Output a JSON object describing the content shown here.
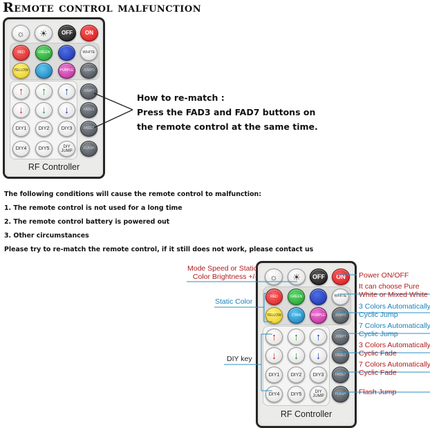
{
  "title": "Remote control malfunction",
  "howto": {
    "heading": "How to re-match :",
    "line1": "Press the FAD3 and FAD7 buttons on",
    "line2": "the remote control at the same time."
  },
  "conditions": {
    "intro": "The following conditions will cause the remote control to malfunction:",
    "items": [
      "1. The remote control is not used for a long time",
      "2. The remote control battery is powered out",
      "3. Other circumstances"
    ],
    "footer": "Please try to re-match the remote control, if it still does not work, please contact us"
  },
  "remote_top": {
    "brand": "RF Controller",
    "buttons": {
      "off": "OFF",
      "on": "ON",
      "red": "RED",
      "green": "GREEN",
      "white": "WHITE",
      "yellow": "YELLOW",
      "purple": "PURPLE",
      "jump3": "JUMP3",
      "jump7": "JUMP7",
      "fade3": "FADE3",
      "fade7": "FADE7",
      "flash": "FLASH",
      "diy1": "DIY1",
      "diy2": "DIY2",
      "diy3": "DIY3",
      "diy4": "DIY4",
      "diy5": "DIY5",
      "diy_jump_1": "DIY",
      "diy_jump_2": "JUMP"
    }
  },
  "remote_bottom": {
    "brand": "RF Controller",
    "buttons": {
      "off": "OFF",
      "on": "ON",
      "red": "RED",
      "green": "GREEN",
      "white": "WHITE",
      "yellow": "YELLOW",
      "cyan": "CYAN",
      "purple": "PURPLE",
      "jump3": "JUMP3",
      "jump7": "JUMP7",
      "fade3": "FADE3",
      "fade7": "FADE7",
      "flash": "FLASH",
      "diy1": "DIY1",
      "diy2": "DIY2",
      "diy3": "DIY3",
      "diy4": "DIY4",
      "diy5": "DIY5",
      "diy_jump_1": "DIY",
      "diy_jump_2": "JUMP"
    }
  },
  "annotations": {
    "mode_speed_1": "Mode Speed or Static",
    "mode_speed_2": "Color Brightness +/-",
    "static_color": "Static Color",
    "diy_key": "DIY key",
    "power": "Power ON/OFF",
    "white_1": "It can choose Pure",
    "white_2": "White or Mixed White",
    "jump3_1": "3 Colors Automatically",
    "jump3_2": "Cyclic Jump",
    "jump7_1": "7 Colors Automatically",
    "jump7_2": "Cyclic Jump",
    "fade3_1": "3 Colors Automatically",
    "fade3_2": "Cyclic Fade",
    "fade7_1": "7 Colors Automatically",
    "fade7_2": "Cyclic Fade",
    "flash": "Flash Jump"
  },
  "colors": {
    "annotation_red": "#b01c1c",
    "annotation_blue": "#1d80b8",
    "on_button": "#d01515",
    "leader_line": "#2a8fc4"
  }
}
